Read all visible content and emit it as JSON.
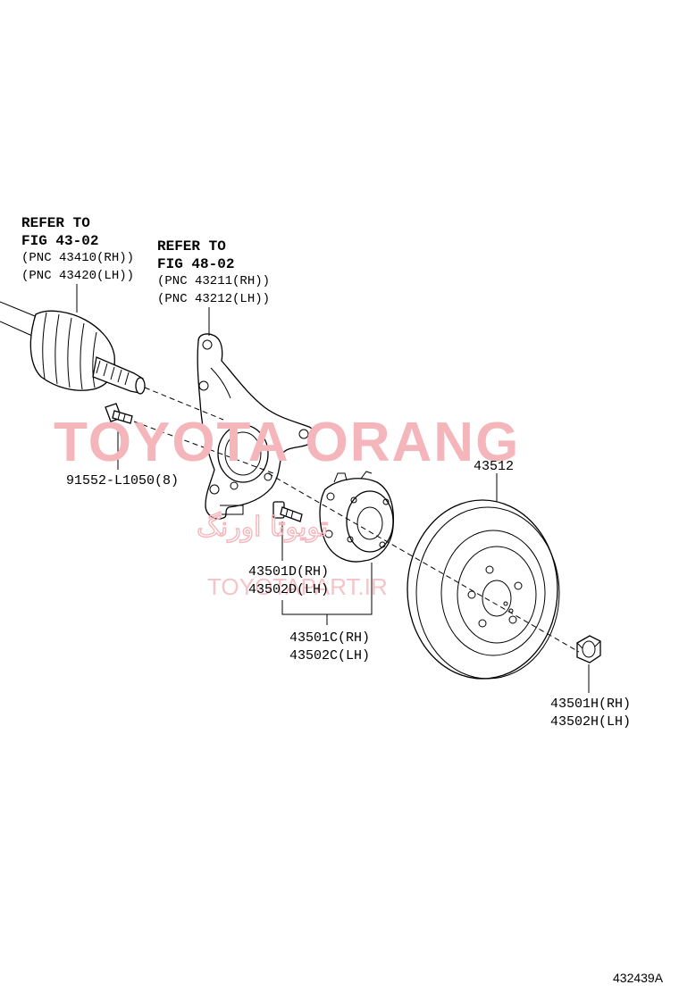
{
  "watermark": {
    "brand": "TOYOTA ORANG",
    "persian": "تویوتا اورنگ",
    "url": "TOYOTAPART.IR"
  },
  "callouts": {
    "driveshaft_ref": {
      "line1": "REFER TO",
      "line2": "FIG 43-02",
      "line3": "(PNC 43410(RH))",
      "line4": "(PNC 43420(LH))"
    },
    "knuckle_ref": {
      "line1": "REFER TO",
      "line2": "FIG 48-02",
      "line3": "(PNC 43211(RH))",
      "line4": "(PNC 43212(LH))"
    },
    "bolt": "91552-L1050(8)",
    "disc": "43512",
    "hub_bolt": {
      "rh": "43501D(RH)",
      "lh": "43502D(LH)"
    },
    "hub_assembly": {
      "rh": "43501C(RH)",
      "lh": "43502C(LH)"
    },
    "nut": {
      "rh": "43501H(RH)",
      "lh": "43502H(LH)"
    }
  },
  "figure_number": "432439A"
}
